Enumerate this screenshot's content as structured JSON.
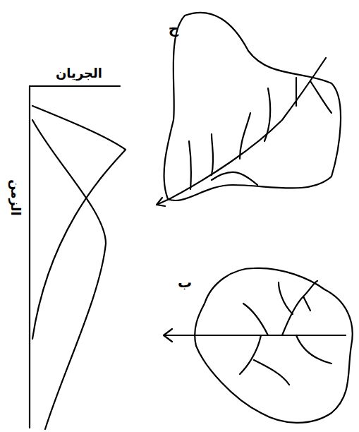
{
  "diagram": {
    "labels": [
      "الجريان",
      "الزمن",
      "ح",
      "ب"
    ]
  }
}
